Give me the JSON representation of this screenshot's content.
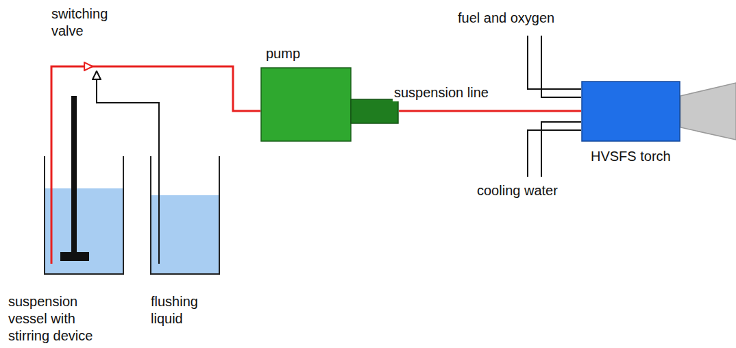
{
  "diagram": {
    "nodes": [
      {
        "text": [
          "switching valve"
        ]
      },
      {
        "text": [
          "suspension vessel with stirring device"
        ]
      },
      {
        "text": [
          "flushing liquid"
        ]
      },
      {
        "text": [
          "pump"
        ]
      },
      {
        "text": [
          "HVSFS torch"
        ]
      }
    ],
    "edges": [
      {
        "from": 1,
        "to": 0,
        "arrow": "to"
      },
      {
        "from": 2,
        "to": 0,
        "arrow": "to"
      },
      {
        "from": 0,
        "to": 3,
        "arrow": "none"
      },
      {
        "from": 3,
        "to": 4,
        "arrow": "none",
        "label": "suspension line"
      }
    ],
    "labels": [
      "fuel and oxygen",
      "cooling water"
    ]
  }
}
